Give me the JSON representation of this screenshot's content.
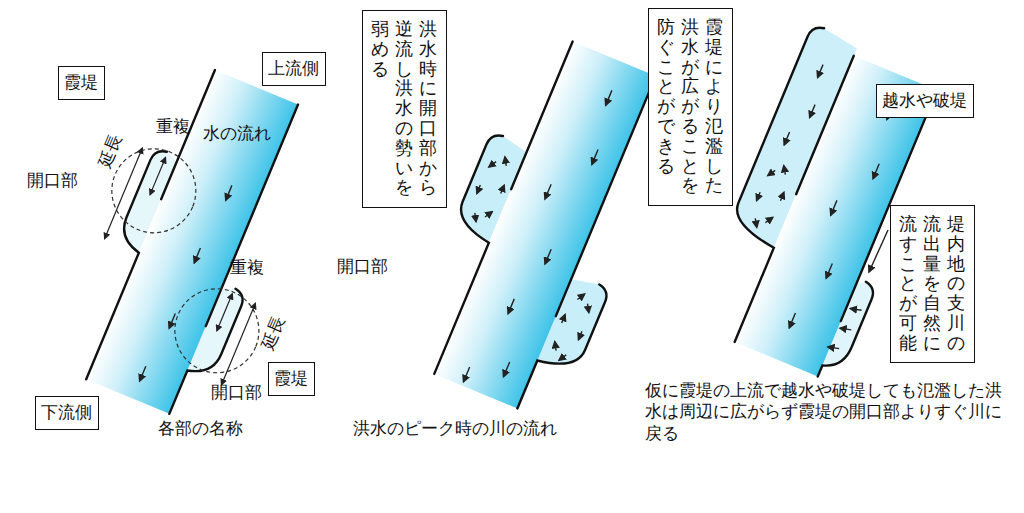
{
  "diagram": {
    "nodes": [
      {
        "text": [
          "霞堤"
        ]
      },
      {
        "text": [
          "上流側"
        ]
      },
      {
        "text": [
          "霞堤"
        ]
      },
      {
        "text": [
          "下流側"
        ]
      },
      {
        "text": [
          "洪水時に開口部から逆流し洪水の勢いを弱める"
        ]
      },
      {
        "text": [
          "霞堤により氾濫した洪水が広がることを防ぐことができる"
        ]
      },
      {
        "text": [
          "越水や破堤"
        ]
      },
      {
        "text": [
          "堤内地の支川の流出量を自然に流すことが可能"
        ]
      }
    ],
    "labels": [
      "重複",
      "延長",
      "水の流れ",
      "開口部",
      "重複",
      "延長",
      "開口部",
      "各部の名称",
      "開口部",
      "洪水のピーク時の川の流れ",
      "仮に霞堤の上流で越水や破堤しても氾濫した洪水は周辺に広がらず霞堤の開口部よりすぐ川に戻る"
    ]
  }
}
